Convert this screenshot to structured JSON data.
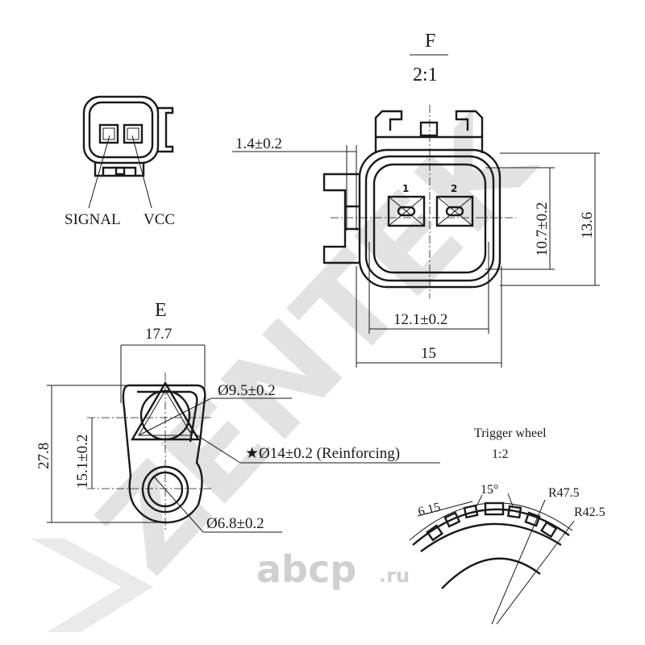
{
  "watermark": {
    "brand": "ZENTEK",
    "site": "abcp",
    "site_tld": ".ru"
  },
  "view_f": {
    "title": "F",
    "scale": "2:1",
    "pin_1": "1",
    "pin_2": "2",
    "dim_flange": "1.4±0.2",
    "dim_inner_height": "10.7±0.2",
    "dim_outer_height": "13.6",
    "dim_inner_width": "12.1±0.2",
    "dim_outer_width": "15"
  },
  "connector_front": {
    "signal_label": "SIGNAL",
    "vcc_label": "VCC"
  },
  "view_e": {
    "title": "E",
    "dim_width": "17.7",
    "dim_hole_upper": "Ø9.5±0.2",
    "dim_reinforcing": "★Ø14±0.2 (Reinforcing)",
    "dim_center_distance": "15.1±0.2",
    "dim_length": "27.8",
    "dim_hole_lower": "Ø6.8±0.2"
  },
  "trigger_wheel": {
    "title": "Trigger wheel",
    "scale": "1:2",
    "dim_tooth": "6.15",
    "dim_angle": "15°",
    "dim_outer_radius": "R47.5",
    "dim_inner_radius": "R42.5"
  }
}
